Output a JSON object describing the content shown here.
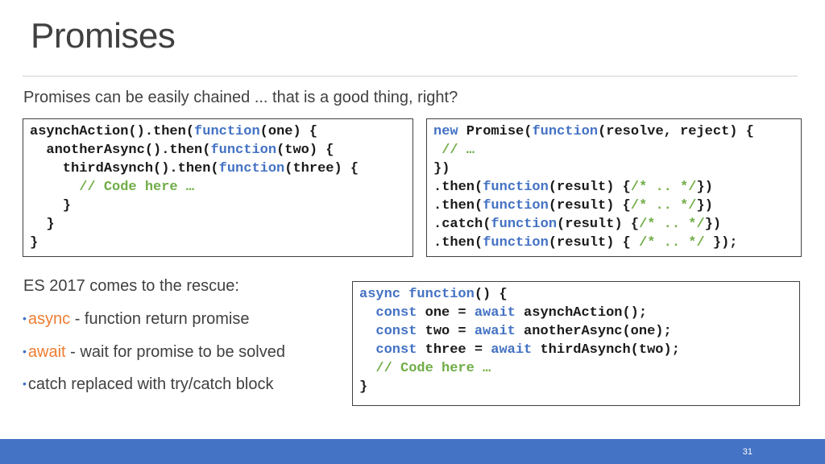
{
  "slide": {
    "title": "Promises",
    "intro": "Promises can be easily chained ... that is  a good thing, right?",
    "page_number": "31"
  },
  "code_chained": [
    [
      {
        "t": "asynchAction().then("
      },
      {
        "t": "function",
        "c": "kw"
      },
      {
        "t": "(one) {"
      }
    ],
    [
      {
        "t": "  anotherAsync().then("
      },
      {
        "t": "function",
        "c": "kw"
      },
      {
        "t": "(two) {"
      }
    ],
    [
      {
        "t": "    thirdAsynch().then("
      },
      {
        "t": "function",
        "c": "kw"
      },
      {
        "t": "(three) {"
      }
    ],
    [
      {
        "t": "      "
      },
      {
        "t": "// Code here …",
        "c": "cm"
      }
    ],
    [
      {
        "t": "    }"
      }
    ],
    [
      {
        "t": "  }"
      }
    ],
    [
      {
        "t": "}"
      }
    ]
  ],
  "code_promise": [
    [
      {
        "t": "new",
        "c": "kw"
      },
      {
        "t": " Promise("
      },
      {
        "t": "function",
        "c": "kw"
      },
      {
        "t": "(resolve, reject) {"
      }
    ],
    [
      {
        "t": " "
      },
      {
        "t": "// …",
        "c": "cm"
      }
    ],
    [
      {
        "t": "})"
      }
    ],
    [
      {
        "t": ".then("
      },
      {
        "t": "function",
        "c": "kw"
      },
      {
        "t": "(result) {"
      },
      {
        "t": "/* .. */",
        "c": "cm"
      },
      {
        "t": "})"
      }
    ],
    [
      {
        "t": ".then("
      },
      {
        "t": "function",
        "c": "kw"
      },
      {
        "t": "(result) {"
      },
      {
        "t": "/* .. */",
        "c": "cm"
      },
      {
        "t": "})"
      }
    ],
    [
      {
        "t": ".catch("
      },
      {
        "t": "function",
        "c": "kw"
      },
      {
        "t": "(result) {"
      },
      {
        "t": "/* .. */",
        "c": "cm"
      },
      {
        "t": "})"
      }
    ],
    [
      {
        "t": ".then("
      },
      {
        "t": "function",
        "c": "kw"
      },
      {
        "t": "(result) { "
      },
      {
        "t": "/* .. */",
        "c": "cm"
      },
      {
        "t": " });"
      }
    ]
  ],
  "code_async": [
    [
      {
        "t": "async",
        "c": "kw"
      },
      {
        "t": " "
      },
      {
        "t": "function",
        "c": "kw"
      },
      {
        "t": "() {"
      }
    ],
    [
      {
        "t": "  "
      },
      {
        "t": "const",
        "c": "kw"
      },
      {
        "t": " one = "
      },
      {
        "t": "await",
        "c": "kw"
      },
      {
        "t": " asynchAction();"
      }
    ],
    [
      {
        "t": "  "
      },
      {
        "t": "const",
        "c": "kw"
      },
      {
        "t": " two = "
      },
      {
        "t": "await",
        "c": "kw"
      },
      {
        "t": " anotherAsync(one);"
      }
    ],
    [
      {
        "t": "  "
      },
      {
        "t": "const",
        "c": "kw"
      },
      {
        "t": " three = "
      },
      {
        "t": "await",
        "c": "kw"
      },
      {
        "t": " thirdAsynch(two);"
      }
    ],
    [
      {
        "t": "  "
      },
      {
        "t": "// Code here …",
        "c": "cm"
      }
    ],
    [
      {
        "t": "}"
      }
    ]
  ],
  "es2017": {
    "heading": "ES 2017 comes to the rescue:",
    "bullets": [
      {
        "keyword": "async",
        "text": " - function return promise"
      },
      {
        "keyword": "await",
        "text": " - wait for promise to be solved"
      },
      {
        "keyword": "",
        "text": "catch replaced with try/catch block"
      }
    ],
    "bullet_glyph": "•"
  },
  "colors": {
    "keyword": "#4472c4",
    "comment": "#70ad47",
    "highlight": "#ed7d31",
    "footer": "#4472c4"
  }
}
